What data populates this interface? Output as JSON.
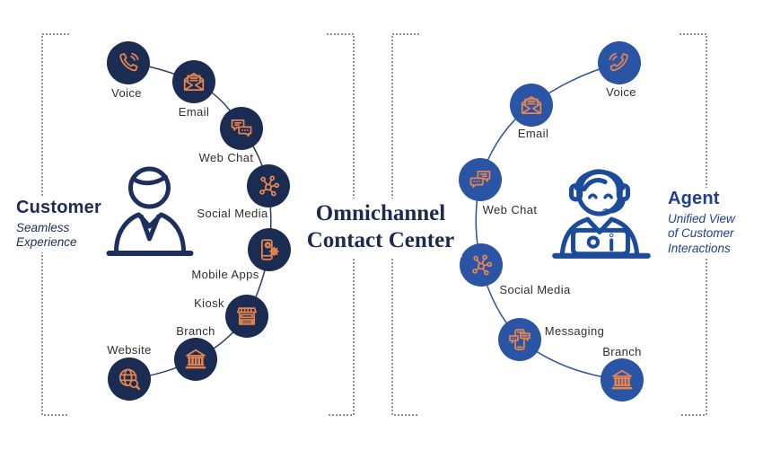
{
  "title": {
    "line1": "Omnichannel",
    "line2": "Contact Center"
  },
  "customer_side": {
    "heading": "Customer",
    "subtitle_lines": [
      "Seamless",
      "Experience"
    ],
    "channels": [
      {
        "label": "Voice",
        "icon": "phone-icon"
      },
      {
        "label": "Email",
        "icon": "email-icon"
      },
      {
        "label": "Web Chat",
        "icon": "chat-icon"
      },
      {
        "label": "Social Media",
        "icon": "network-icon"
      },
      {
        "label": "Mobile Apps",
        "icon": "mobile-apps-icon"
      },
      {
        "label": "Kiosk",
        "icon": "kiosk-icon"
      },
      {
        "label": "Branch",
        "icon": "bank-icon"
      },
      {
        "label": "Website",
        "icon": "globe-search-icon"
      }
    ]
  },
  "agent_side": {
    "heading": "Agent",
    "subtitle_lines": [
      "Unified View",
      "of Customer",
      "Interactions"
    ],
    "channels": [
      {
        "label": "Voice",
        "icon": "phone-icon"
      },
      {
        "label": "Email",
        "icon": "email-icon"
      },
      {
        "label": "Web Chat",
        "icon": "chat-icon"
      },
      {
        "label": "Social Media",
        "icon": "network-icon"
      },
      {
        "label": "Messaging",
        "icon": "messaging-icon"
      },
      {
        "label": "Branch",
        "icon": "bank-icon"
      }
    ]
  },
  "colors": {
    "left_circle": "#1b2c52",
    "right_circle": "#2a55a4",
    "icon_stroke": "#e8854e",
    "left_line": "#2a3d66",
    "right_line": "#2b4f9e",
    "title_text": "#1b2a4e",
    "customer_text": "#1c2c55",
    "agent_text": "#1e3f8f",
    "label_text": "#2e2e2e",
    "bracket": "#4a4a52"
  }
}
